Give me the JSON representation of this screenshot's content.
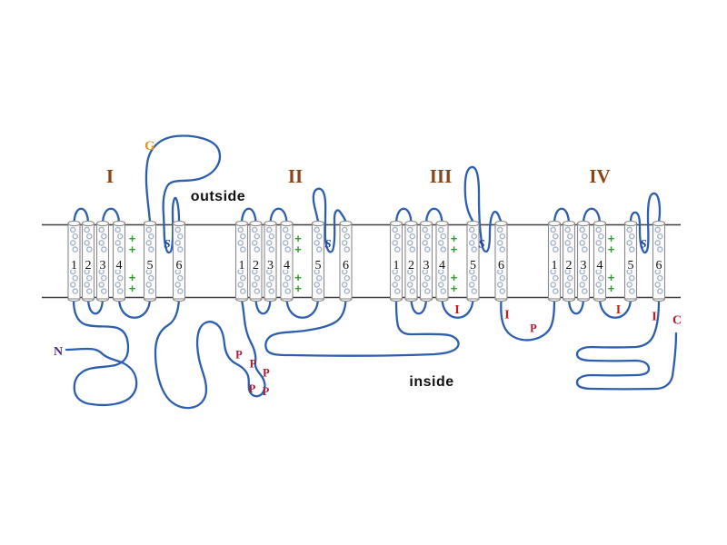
{
  "diagram": {
    "outside_label": "outside",
    "inside_label": "inside",
    "n_terminus": "N",
    "c_terminus": "C",
    "glycosylation_label": "G",
    "pore_label": "S",
    "plus_sign": "+",
    "phosphorylation_label": "P",
    "inactivation_label": "I",
    "phosphorylation_site_count": 6,
    "inactivation_site_count": 4,
    "domains": [
      {
        "numeral": "I",
        "segments": [
          "1",
          "2",
          "3",
          "4",
          "5",
          "6"
        ]
      },
      {
        "numeral": "II",
        "segments": [
          "1",
          "2",
          "3",
          "4",
          "5",
          "6"
        ]
      },
      {
        "numeral": "III",
        "segments": [
          "1",
          "2",
          "3",
          "4",
          "5",
          "6"
        ]
      },
      {
        "numeral": "IV",
        "segments": [
          "1",
          "2",
          "3",
          "4",
          "5",
          "6"
        ]
      }
    ],
    "colors": {
      "loop_blue": "#2d5fae",
      "membrane_line": "#3f3f3f",
      "numeral_brown": "#8a4415",
      "glycosylation_orange": "#e0911f",
      "pore_blue": "#1d3f9e",
      "plus_green": "#2f9e2f",
      "inactivation_red": "#d41717",
      "phospho_maroon": "#a31b38",
      "n_purple": "#4a2c8c",
      "c_red": "#b5182e",
      "helix_coil": "#a8b6c9",
      "cylinder_stroke": "#8a8a8a",
      "cylinder_fill": "#fcfcfc",
      "label_black": "#111111"
    }
  }
}
